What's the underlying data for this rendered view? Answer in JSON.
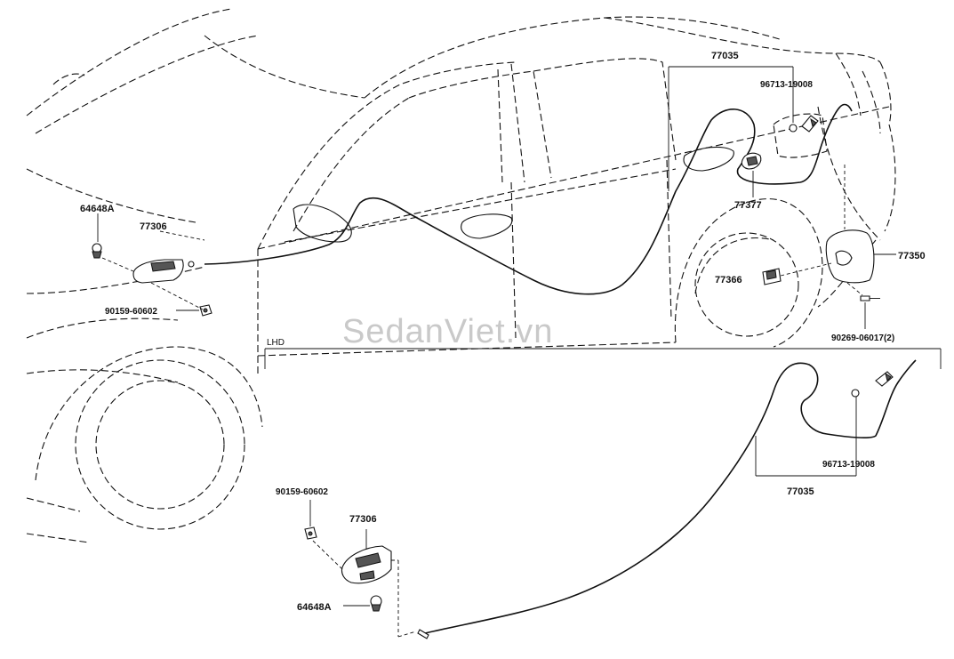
{
  "watermark": "SedanViet.vn",
  "section_label": "LHD",
  "upper_labels": {
    "p64648a": "64648A",
    "p77306": "77306",
    "p90159": "90159-60602",
    "p77035": "77035",
    "p96713": "96713-19008",
    "p77377": "77377",
    "p77366": "77366",
    "p77350": "77350",
    "p90269": "90269-06017(2)"
  },
  "lower_labels": {
    "p90159": "90159-60602",
    "p77306": "77306",
    "p64648a": "64648A",
    "p96713": "96713-19008",
    "p77035": "77035"
  }
}
